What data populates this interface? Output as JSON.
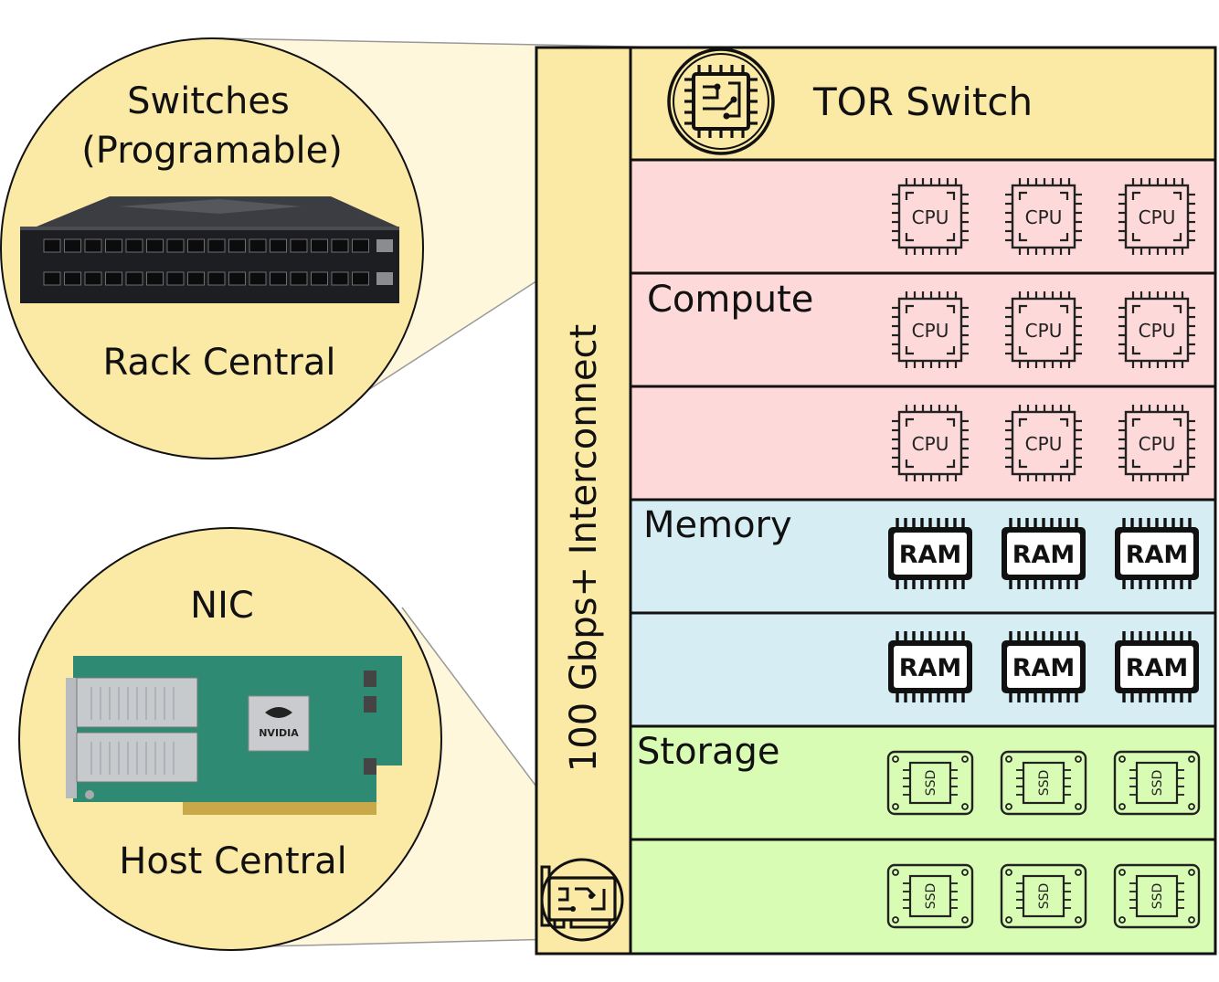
{
  "colors": {
    "tor": "#fbe9a6",
    "compute": "#fdd9d9",
    "memory": "#d7edf4",
    "storage": "#d9fcb5",
    "interconnect": "#fbe9a6",
    "circle_fill": "#fbe9a6",
    "outline": "#111111"
  },
  "interconnect": {
    "label": "100 Gbps+ Interconnect",
    "nic_icon": "network-card-icon"
  },
  "tor": {
    "label": "TOR Switch",
    "icon": "circuit-chip-icon"
  },
  "compute": {
    "label": "Compute",
    "chip_label": "CPU",
    "rows": 3,
    "per_row": 3
  },
  "memory": {
    "label": "Memory",
    "chip_label": "RAM",
    "rows": 2,
    "per_row": 3
  },
  "storage": {
    "label": "Storage",
    "chip_label": "SSD",
    "rows": 2,
    "per_row": 3
  },
  "callout_switch": {
    "title_line1": "Switches",
    "title_line2": "(Programable)",
    "caption": "Rack Central",
    "device_icon": "rack-switch-image"
  },
  "callout_nic": {
    "title": "NIC",
    "caption": "Host Central",
    "device_icon": "nic-card-image",
    "brand_text": "NVIDIA"
  }
}
